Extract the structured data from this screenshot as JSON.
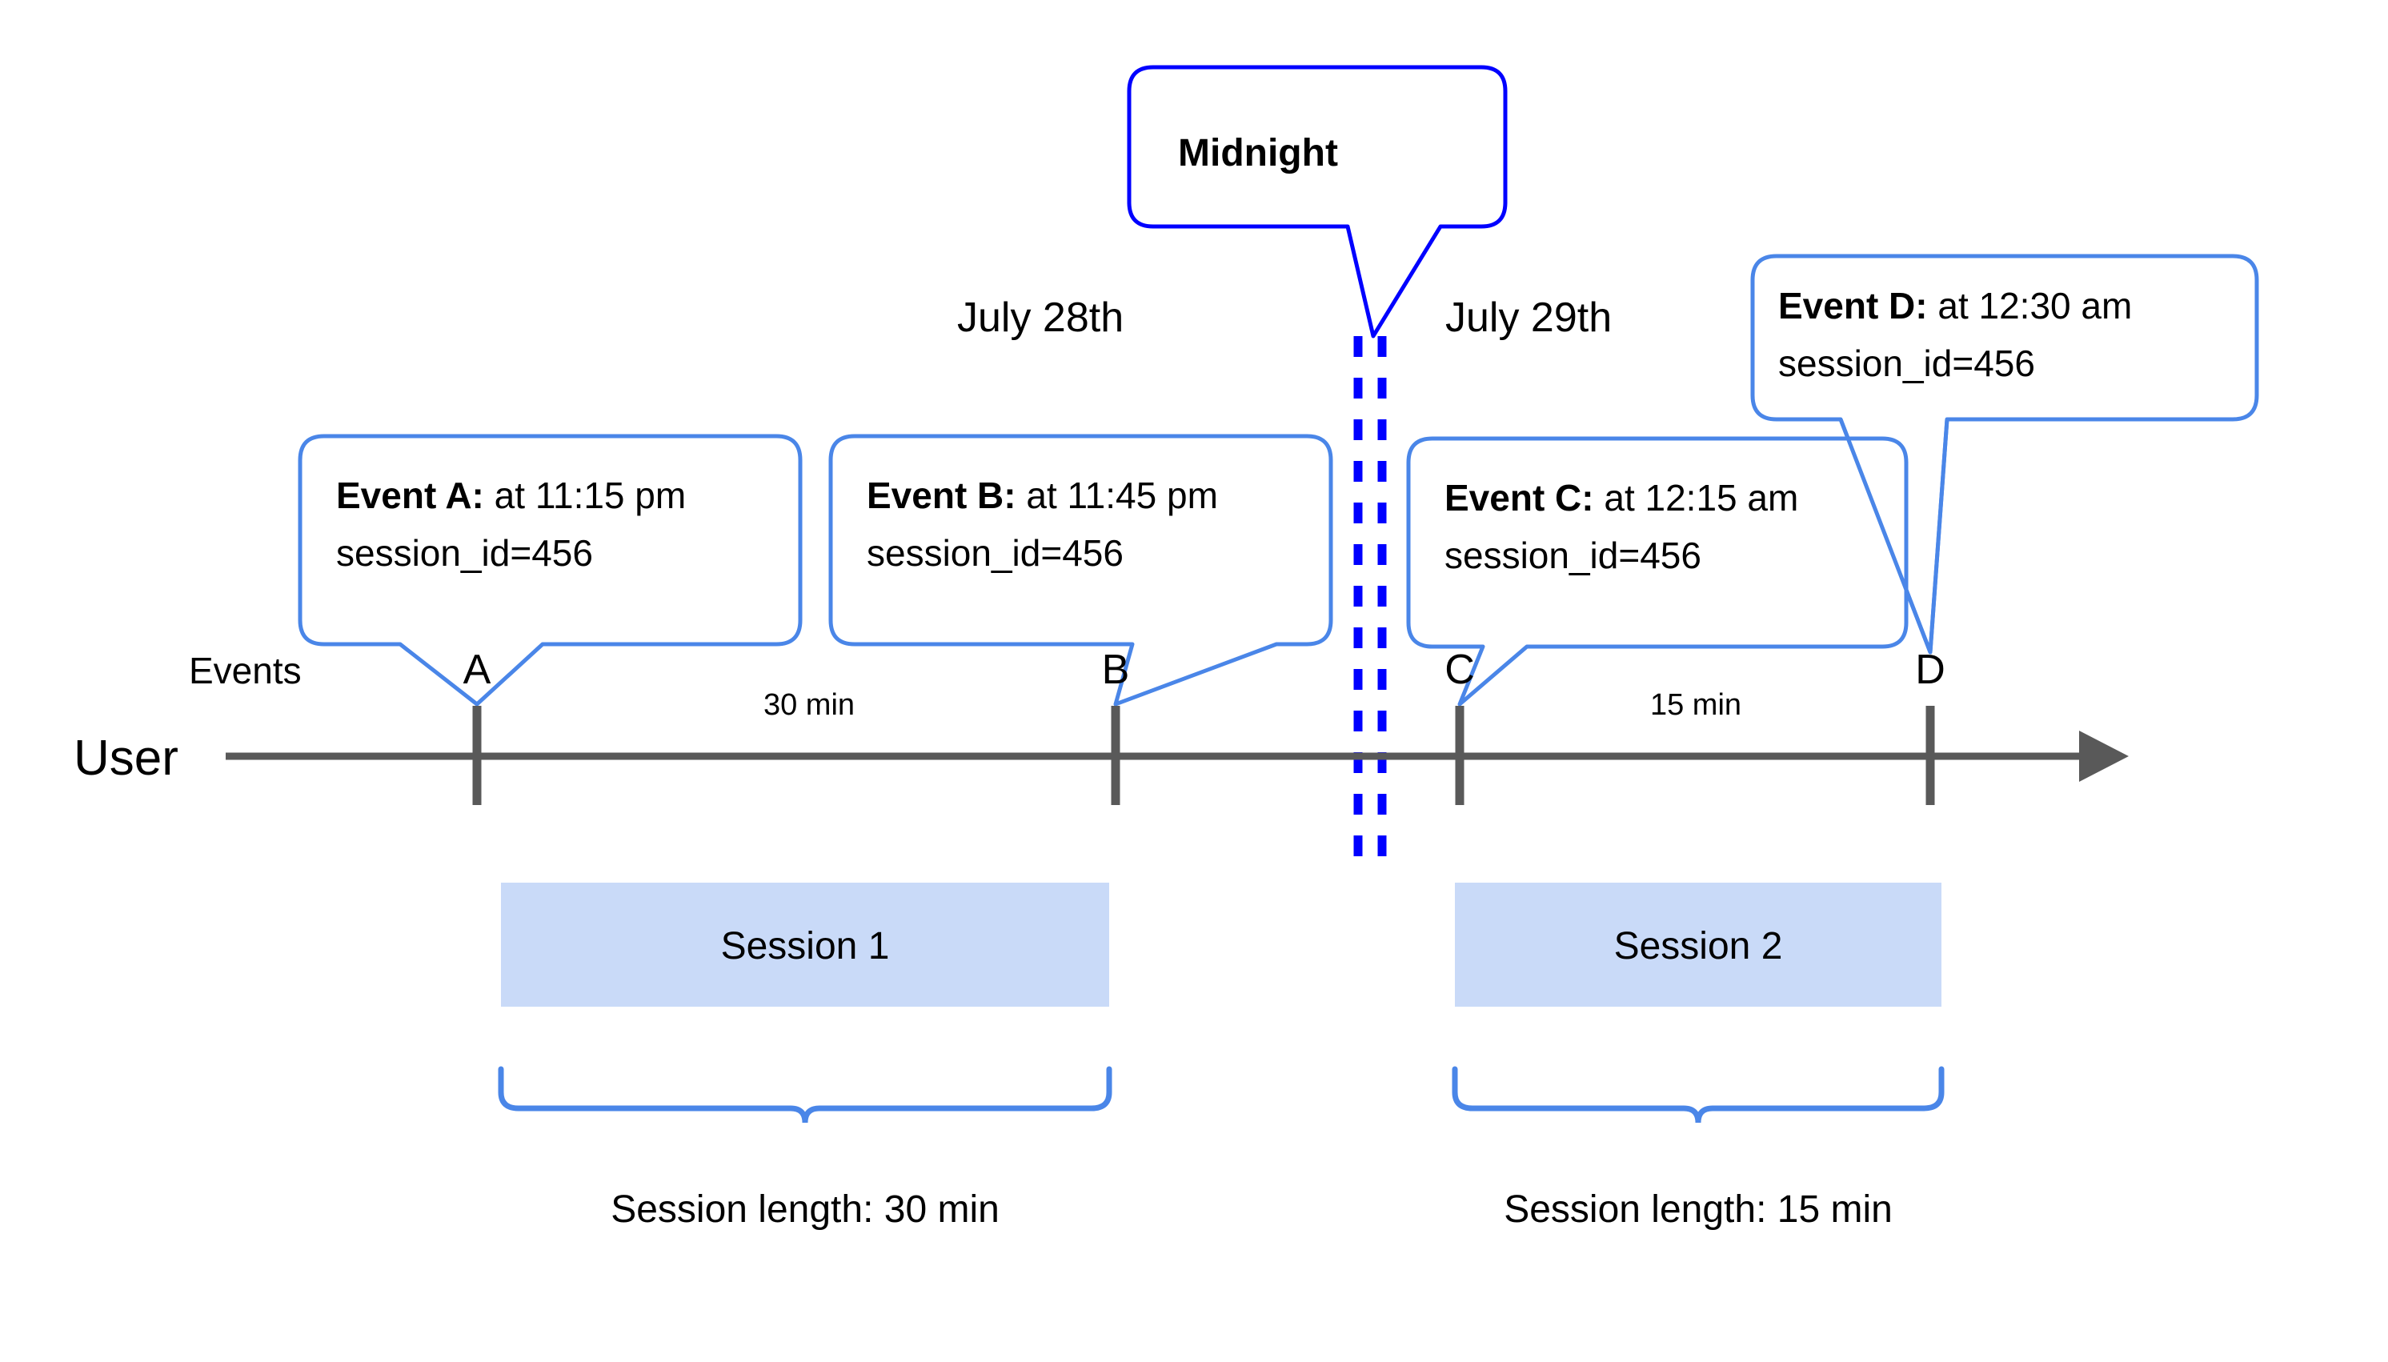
{
  "diagram": {
    "title_callout": {
      "label": "Midnight"
    },
    "dates": [
      {
        "label": "July 28th"
      },
      {
        "label": "July 29th"
      }
    ],
    "lanes": {
      "events_label": "Events",
      "user_label": "User"
    },
    "events": [
      {
        "letter": "A",
        "bold": "Event A:",
        "rest": " at 11:15 pm",
        "line2": "session_id=456"
      },
      {
        "letter": "B",
        "bold": "Event B:",
        "rest": " at 11:45 pm",
        "line2": "session_id=456"
      },
      {
        "letter": "C",
        "bold": "Event C:",
        "rest": " at 12:15 am",
        "line2": "session_id=456"
      },
      {
        "letter": "D",
        "bold": "Event D:",
        "rest": " at 12:30 am",
        "line2": "session_id=456"
      }
    ],
    "durations": [
      {
        "label": "30 min"
      },
      {
        "label": "15 min"
      }
    ],
    "sessions": [
      {
        "box_label": "Session 1",
        "length_label": "Session length: 30 min"
      },
      {
        "box_label": "Session 2",
        "length_label": "Session length: 15 min"
      }
    ],
    "colors": {
      "callout_border": "#4a86e8",
      "midnight_border": "#0000ff",
      "midnight_dashes": "#0000ff",
      "axis": "#595959",
      "session_fill": "#c9daf8",
      "brace": "#4a86e8",
      "text": "#000000",
      "background": "#ffffff"
    }
  },
  "chart_data": {
    "type": "timeline",
    "title": "Sessionization across midnight",
    "axis": {
      "label": "User",
      "series_label": "Events",
      "direction": "left-to-right",
      "arrow": true
    },
    "boundary": {
      "label": "Midnight",
      "between": [
        "July 28th",
        "July 29th"
      ],
      "style": "double dashed vertical line"
    },
    "points": [
      {
        "id": "A",
        "time": "11:15 pm",
        "date": "July 28th",
        "session_id": 456,
        "session": "Session 1"
      },
      {
        "id": "B",
        "time": "11:45 pm",
        "date": "July 28th",
        "session_id": 456,
        "session": "Session 1"
      },
      {
        "id": "C",
        "time": "12:15 am",
        "date": "July 29th",
        "session_id": 456,
        "session": "Session 2"
      },
      {
        "id": "D",
        "time": "12:30 am",
        "date": "July 29th",
        "session_id": 456,
        "session": "Session 2"
      }
    ],
    "intervals": [
      {
        "from": "A",
        "to": "B",
        "label": "30 min",
        "minutes": 30
      },
      {
        "from": "C",
        "to": "D",
        "label": "15 min",
        "minutes": 15
      }
    ],
    "sessions": [
      {
        "name": "Session 1",
        "spans": [
          "A",
          "B"
        ],
        "length_label": "Session length: 30 min",
        "minutes": 30
      },
      {
        "name": "Session 2",
        "spans": [
          "C",
          "D"
        ],
        "length_label": "Session length: 15 min",
        "minutes": 15
      }
    ]
  }
}
